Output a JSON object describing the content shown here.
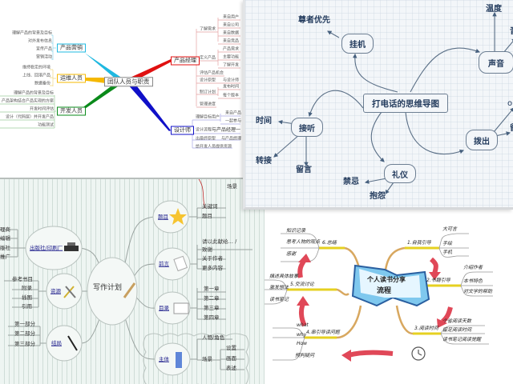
{
  "team_map": {
    "center": "团队人员与职责",
    "marketing": {
      "label": "产品营销",
      "leaves": [
        "理解产品的背景及目标",
        "对外发布信息",
        "宣传产品",
        "营销活动"
      ]
    },
    "ops": {
      "label": "运维人员",
      "leaves": [
        "维持稳定的环境",
        "上线、回滚产品",
        "数据备份"
      ]
    },
    "dev": {
      "label": "开发人员",
      "leaves": [
        "理解产品的背景及目标",
        "产品架构结合产品实现的方案",
        "开发时间评估",
        "设计（代码层）并开发产品",
        "功能测试"
      ]
    },
    "pm": {
      "label": "产品经理",
      "items": [
        "了解需求",
        "定义产品",
        "评估产品机会",
        "设计原型",
        "制订计划",
        "管理进度"
      ],
      "sub": [
        "来自用户",
        "来自公司",
        "来自数据",
        "来自竞品",
        "产品需求",
        "主要功能",
        "了解开发",
        "与设计师",
        "发布时间",
        "每个版本"
      ]
    },
    "designer": {
      "label": "设计师",
      "items": [
        "理解目标用户",
        "设计流程",
        "出最终原型",
        "给开发人员提供资源"
      ],
      "sub": [
        "来自产品",
        "一起参与",
        "与产品经理一",
        "与产品经理"
      ]
    },
    "colors": {
      "marketing": "#1fb8e0",
      "ops": "#f5b800",
      "dev": "#0a8a1a",
      "pm": "#e01010",
      "designer": "#1010c8"
    }
  },
  "phone_map": {
    "center": "打电话的思维导图",
    "nodes": [
      "挂机",
      "接听",
      "礼仪",
      "声音",
      "拨出"
    ],
    "labels": [
      "尊者优先",
      "时间",
      "转接",
      "留言",
      "禁忌",
      "抱怨",
      "温度",
      "音",
      "op",
      "留"
    ]
  },
  "writing_map": {
    "center": "写作计划",
    "branches": [
      "题目",
      "前言",
      "目录",
      "主体",
      "出版社/印刷厂",
      "资源",
      "结局"
    ],
    "title_leaves": [
      "关键词",
      "题目"
    ],
    "preface_leaves": [
      "请以此献给… /",
      "致谢",
      "关于作者",
      "更多内容"
    ],
    "toc_leaves": [
      "第一章",
      "第二章",
      "第三章",
      "第四章"
    ],
    "body_leaves": [
      "人物/角色",
      "场景",
      "设置",
      "画面",
      "表述"
    ],
    "publisher_leaves": [
      "理商",
      "编辑",
      "版社",
      "推广"
    ],
    "resource_leaves": [
      "参考书目",
      "附录",
      "插图",
      "引用"
    ],
    "ending_leaves": [
      "第一部分",
      "第二部分",
      "第三部分"
    ],
    "top_cut": "场景"
  },
  "reading_map": {
    "title": [
      "个人读书分享",
      "流程"
    ],
    "branches": [
      "1.自我引导",
      "2.书籍引导",
      "3.阅读时间",
      "4.串引导读问题",
      "5.交流讨论",
      "6.总结"
    ],
    "b1": [
      "大可言",
      "手绘",
      "手机"
    ],
    "b2": [
      "介绍作者",
      "本书特色",
      "对文学的帮助"
    ],
    "b3": [
      "个省阅读天数",
      "留足阅读时间",
      "读书笔记阅读觉醒"
    ],
    "b4": [
      "what",
      "why",
      "How",
      "预判疑问"
    ],
    "b5": [
      "描述具体故事",
      "激发想法",
      "读书笔记"
    ],
    "b6": [
      "知识记录",
      "思考人物的观点",
      "感谢"
    ]
  }
}
